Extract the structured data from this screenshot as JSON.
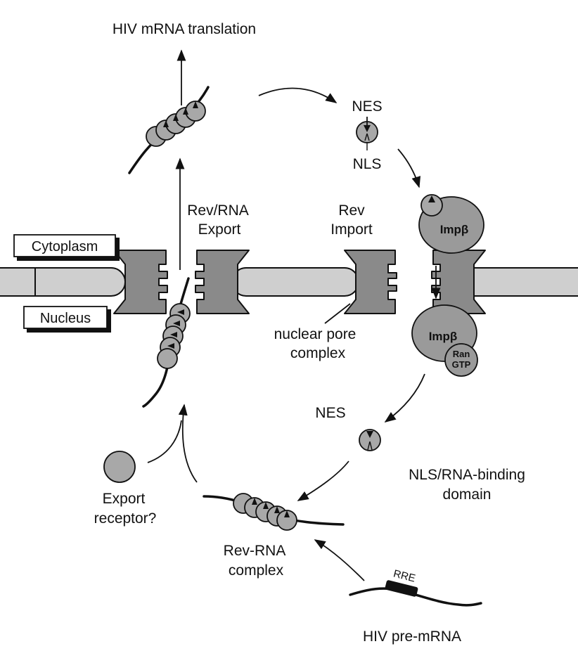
{
  "labels": {
    "translation": "HIV mRNA translation",
    "cytoplasm": "Cytoplasm",
    "nucleus": "Nucleus",
    "rev_rna_export_1": "Rev/RNA",
    "rev_rna_export_2": "Export",
    "rev_import_1": "Rev",
    "rev_import_2": "Import",
    "nes_top": "NES",
    "nls_top": "NLS",
    "imp_beta_top": "Impβ",
    "imp_beta_bottom": "Impβ",
    "ran": "Ran",
    "gtp": "GTP",
    "npc_1": "nuclear pore",
    "npc_2": "complex",
    "nes_bottom": "NES",
    "nls_domain_1": "NLS/RNA-binding",
    "nls_domain_2": "domain",
    "export_receptor_1": "Export",
    "export_receptor_2": "receptor?",
    "rev_rna_complex_1": "Rev-RNA",
    "rev_rna_complex_2": "complex",
    "rre": "RRE",
    "pre_mrna": "HIV pre-mRNA"
  },
  "colors": {
    "membrane": "#cfcfcf",
    "pore": "#8a8a8a",
    "rev_protein": "#a8a8a8",
    "importin": "#9a9a9a"
  }
}
